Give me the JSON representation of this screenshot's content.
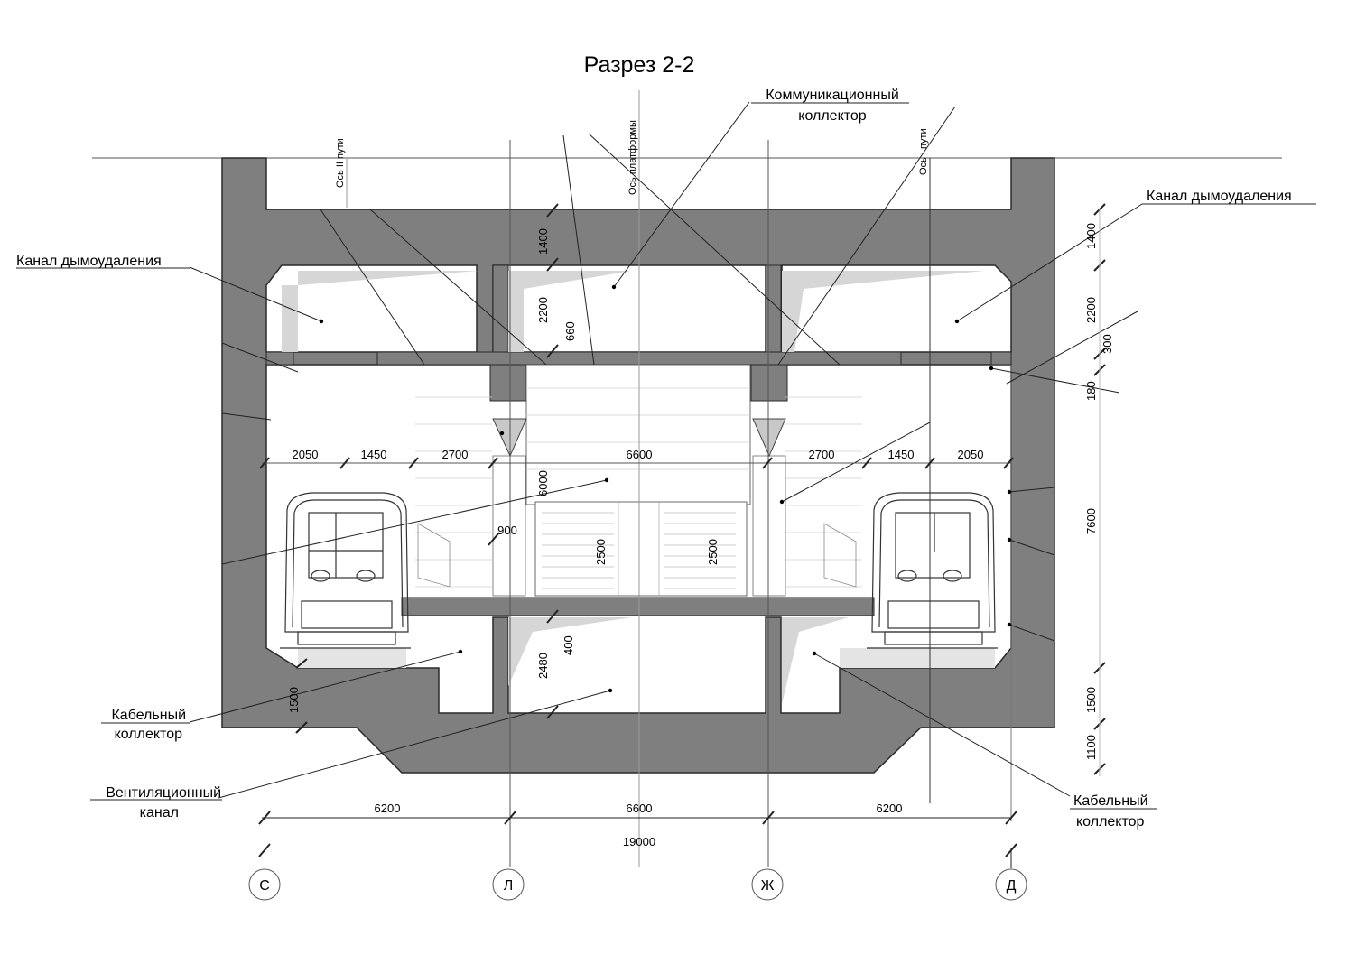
{
  "title": "Разрез 2-2",
  "axes_labels": {
    "track_2": "Ось II пути",
    "platform": "Ось платформы",
    "track_1": "Ось I пути"
  },
  "callouts": {
    "smoke_left": "Канал  дымоудаления",
    "smoke_right": "Канал  дымоудаления",
    "comm_line1": "Коммуникационный",
    "comm_line2": "коллектор",
    "cable_left_line1": "Кабельный",
    "cable_left_line2": "коллектор",
    "cable_right_line1": "Кабельный",
    "cable_right_line2": "коллектор",
    "vent_line1": "Вентиляционный",
    "vent_line2": "канал"
  },
  "dimensions": {
    "left_2050": "2050",
    "left_1450": "1450",
    "left_2700": "2700",
    "mid_6600": "6600",
    "right_2700": "2700",
    "right_1450": "1450",
    "right_2050": "2050",
    "bottom_6200_left": "6200",
    "bottom_6600": "6600",
    "bottom_6200_right": "6200",
    "total_19000": "19000",
    "v_1400_mid": "1400",
    "v_2200_mid": "2200",
    "v_660": "660",
    "v_6000": "6000",
    "v_900": "900",
    "v_2500_a": "2500",
    "v_2500_b": "2500",
    "v_400": "400",
    "v_2480": "2480",
    "v_1500_left": "1500",
    "r_1400": "1400",
    "r_2200": "2200",
    "r_300": "300",
    "r_180": "180",
    "r_7600": "7600",
    "r_1500": "1500",
    "r_1100": "1100"
  },
  "grid_axes": [
    "С",
    "Л",
    "Ж",
    "Д"
  ],
  "colors": {
    "concrete": "#7f7f7f",
    "concrete_edge": "#2a2a2a",
    "shadow": "#d6d6d6",
    "line": "#222222"
  }
}
